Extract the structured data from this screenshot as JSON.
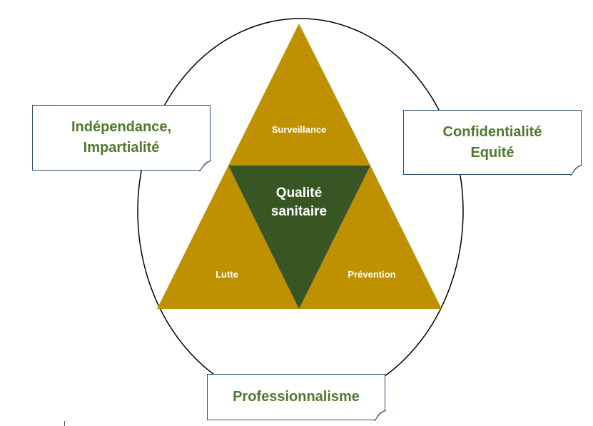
{
  "colors": {
    "outer_triangle": "#bf9000",
    "center_triangle": "#375623",
    "note_text": "#4f7a2c",
    "note_border": "#2e4a73",
    "ellipse_stroke": "#000000"
  },
  "center": {
    "line1": "Qualité",
    "line2": "sanitaire"
  },
  "triangles": {
    "top": "Surveillance",
    "left": "Lutte",
    "right": "Prévention"
  },
  "notes": {
    "left": {
      "line1": "Indépendance,",
      "line2": "Impartialité"
    },
    "right": {
      "line1": "Confidentialité",
      "line2": "Equité"
    },
    "bottom": {
      "line1": "Professionnalisme"
    }
  }
}
